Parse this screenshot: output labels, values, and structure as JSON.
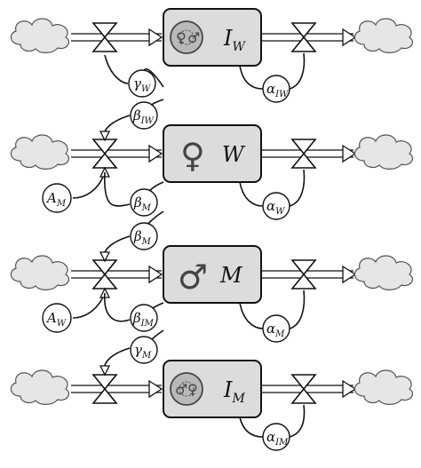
{
  "stocks": [
    {
      "id": "IW",
      "main": "I",
      "sub": "W",
      "symbol": "infected-both",
      "symbol_glyphs": [
        "♀",
        "♂"
      ]
    },
    {
      "id": "W",
      "main": "W",
      "sub": "",
      "symbol": "female",
      "symbol_glyphs": [
        "♀"
      ]
    },
    {
      "id": "M",
      "main": "M",
      "sub": "",
      "symbol": "male",
      "symbol_glyphs": [
        "♂"
      ]
    },
    {
      "id": "IM",
      "main": "I",
      "sub": "M",
      "symbol": "infected-both",
      "symbol_glyphs": [
        "♂",
        "♀"
      ]
    }
  ],
  "out_params": [
    {
      "main": "α",
      "sub": "IW"
    },
    {
      "main": "α",
      "sub": "W"
    },
    {
      "main": "α",
      "sub": "M"
    },
    {
      "main": "α",
      "sub": "IM"
    }
  ],
  "link_params": [
    {
      "main": "γ",
      "sub": "W"
    },
    {
      "main": "β",
      "sub": "IW"
    },
    {
      "main": "β",
      "sub": "M"
    },
    {
      "main": "β",
      "sub": "M"
    },
    {
      "main": "β",
      "sub": "IM"
    },
    {
      "main": "γ",
      "sub": "M"
    }
  ],
  "side_params": [
    {
      "main": "A",
      "sub": "M"
    },
    {
      "main": "A",
      "sub": "W"
    }
  ]
}
